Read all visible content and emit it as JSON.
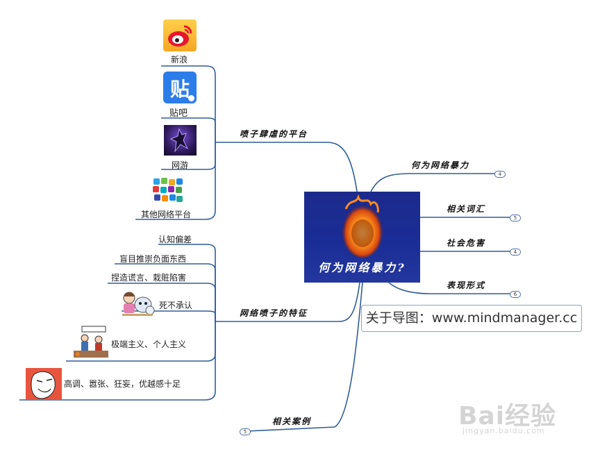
{
  "central": {
    "title": "何为网络暴力?"
  },
  "right_topics": [
    {
      "label": "何为网络暴力",
      "count": "4"
    },
    {
      "label": "相关词汇",
      "count": "5"
    },
    {
      "label": "社会危害",
      "count": "4"
    },
    {
      "label": "表现形式",
      "count": "6"
    }
  ],
  "platforms": {
    "label": "喷子肆虐的平台",
    "items": [
      {
        "label": "新浪",
        "icon": "weibo-icon"
      },
      {
        "label": "贴吧",
        "icon": "tieba-icon"
      },
      {
        "label": "网游",
        "icon": "game-character-icon"
      },
      {
        "label": "其他网络平台",
        "icon": "app-icons-icon"
      }
    ]
  },
  "features": {
    "label": "网络喷子的特征",
    "items": [
      {
        "label": "认知偏差"
      },
      {
        "label": "盲目推崇负面东西"
      },
      {
        "label": "捏造谎言、栽赃陷害"
      },
      {
        "label": "死不承认"
      },
      {
        "label": "极端主义、个人主义"
      },
      {
        "label": "高调、嚣张、狂妄，优越感十足"
      }
    ]
  },
  "cases": {
    "label": "相关案例",
    "count": "5"
  },
  "infobox": {
    "text": "关于导图：www.mindmanager.cc"
  },
  "watermark": {
    "main": "Bai经验",
    "sub": "jingyan.baidu.com"
  },
  "colors": {
    "branch": "#2e5d96",
    "central_bg": "#1c2a8c"
  }
}
